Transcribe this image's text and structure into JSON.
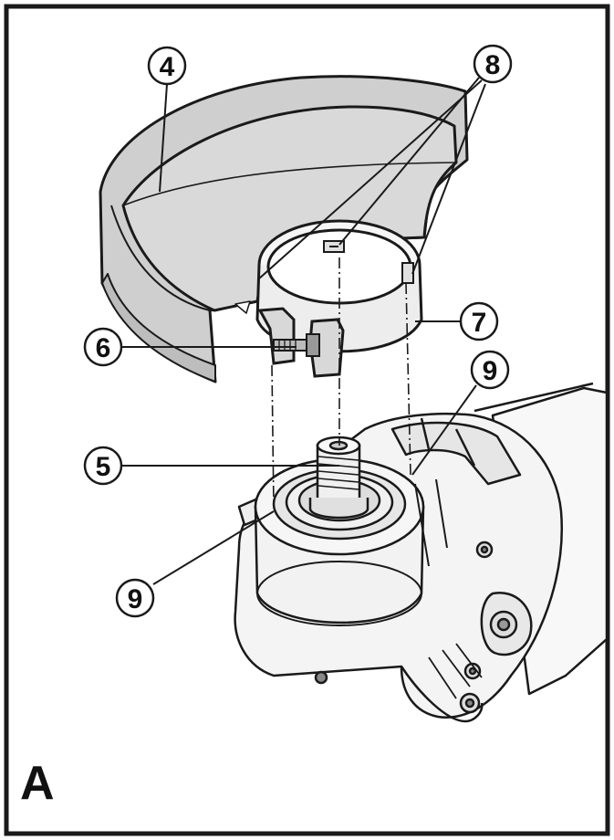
{
  "figure": {
    "letter": "A",
    "colors": {
      "outline": "#1a1a1a",
      "guard_fill": "#cccccc",
      "tool_fill": "#f4f4f4"
    }
  },
  "callouts": [
    {
      "id": "c4",
      "label": "4",
      "part": "guard"
    },
    {
      "id": "c8",
      "label": "8",
      "part": "guard-tabs"
    },
    {
      "id": "c7",
      "label": "7",
      "part": "guard-collar"
    },
    {
      "id": "c6",
      "label": "6",
      "part": "clamp-screw"
    },
    {
      "id": "c9a",
      "label": "9",
      "part": "gear-case-slot-right"
    },
    {
      "id": "c5",
      "label": "5",
      "part": "spindle"
    },
    {
      "id": "c9b",
      "label": "9",
      "part": "gear-case-slot-left"
    }
  ]
}
